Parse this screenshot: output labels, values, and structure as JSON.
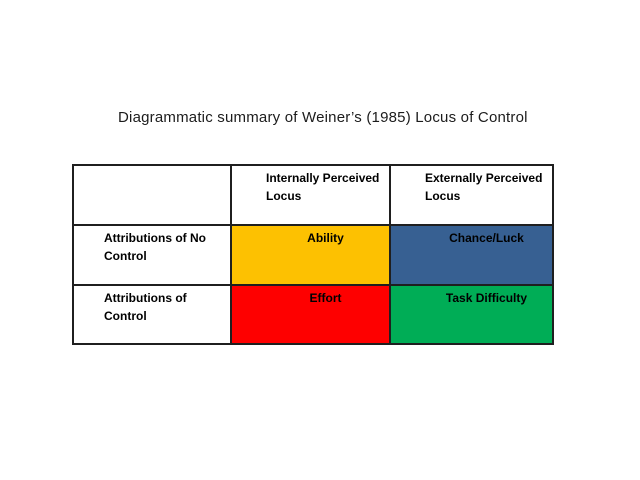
{
  "page": {
    "background": "#ffffff"
  },
  "title": {
    "text": "Diagrammatic summary of Weiner’s (1985) Locus of Control"
  },
  "matrix": {
    "border_color": "#1f1f1f",
    "text_color": "#000000",
    "column_headers": [
      {
        "text": "Internally Perceived\nLocus"
      },
      {
        "text": "Externally Perceived\nLocus"
      }
    ],
    "rows": [
      {
        "label": "Attributions of No\nControl",
        "cells": [
          {
            "text": "Ability",
            "color": "#FDC101"
          },
          {
            "text": "Chance/Luck",
            "color": "#376092"
          }
        ]
      },
      {
        "label": "Attributions of\nControl",
        "cells": [
          {
            "text": "Effort",
            "color": "#FE0000"
          },
          {
            "text": "Task Difficulty",
            "color": "#00AD56"
          }
        ]
      }
    ]
  }
}
